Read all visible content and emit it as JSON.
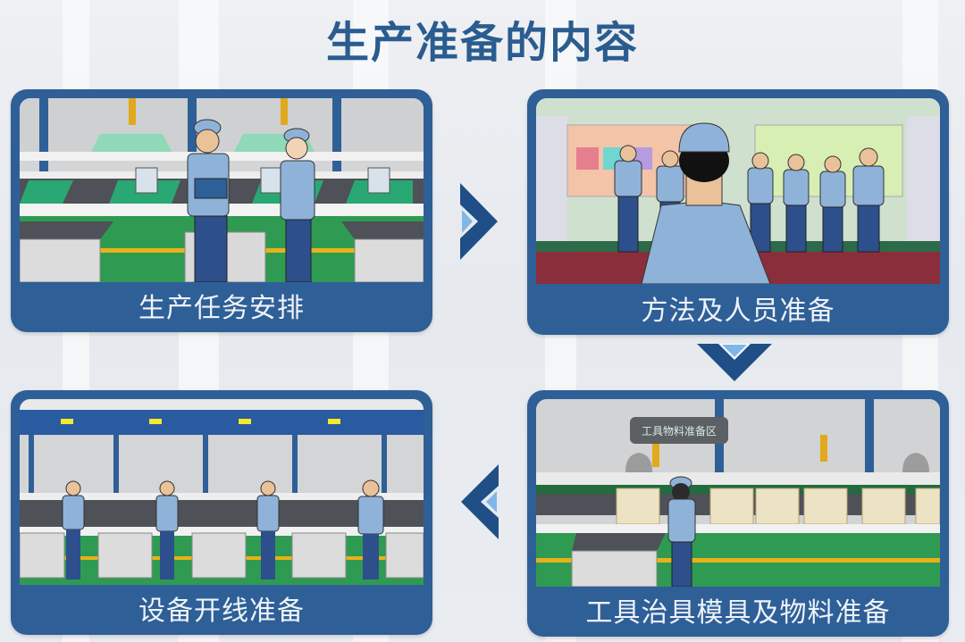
{
  "title": "生产准备的内容",
  "colors": {
    "title": "#2b5c8f",
    "card_frame": "#2f5f97",
    "arrow_dark": "#1f4f86",
    "arrow_light": "#7fb7e6",
    "floor_green": "#2e9a4f",
    "accent_yellow": "#e7b218"
  },
  "steps": [
    {
      "order": 1,
      "label": "生产任务安排",
      "scene": "two-workers-with-document-on-production-line"
    },
    {
      "order": 2,
      "label": "方法及人员准备",
      "scene": "supervisor-briefing-worker-lineup"
    },
    {
      "order": 3,
      "label": "工具治具模具及物料准备",
      "scene": "worker-preparing-tools-and-material-boxes",
      "sign_text": "工具物料准备区"
    },
    {
      "order": 4,
      "label": "设备开线准备",
      "scene": "workers-standing-at-stations-line-start"
    }
  ],
  "arrows": [
    {
      "from": 1,
      "to": 2,
      "direction": "right",
      "icon": "chevron-right-icon"
    },
    {
      "from": 2,
      "to": 3,
      "direction": "down",
      "icon": "chevron-down-icon"
    },
    {
      "from": 3,
      "to": 4,
      "direction": "left",
      "icon": "chevron-left-icon"
    }
  ]
}
